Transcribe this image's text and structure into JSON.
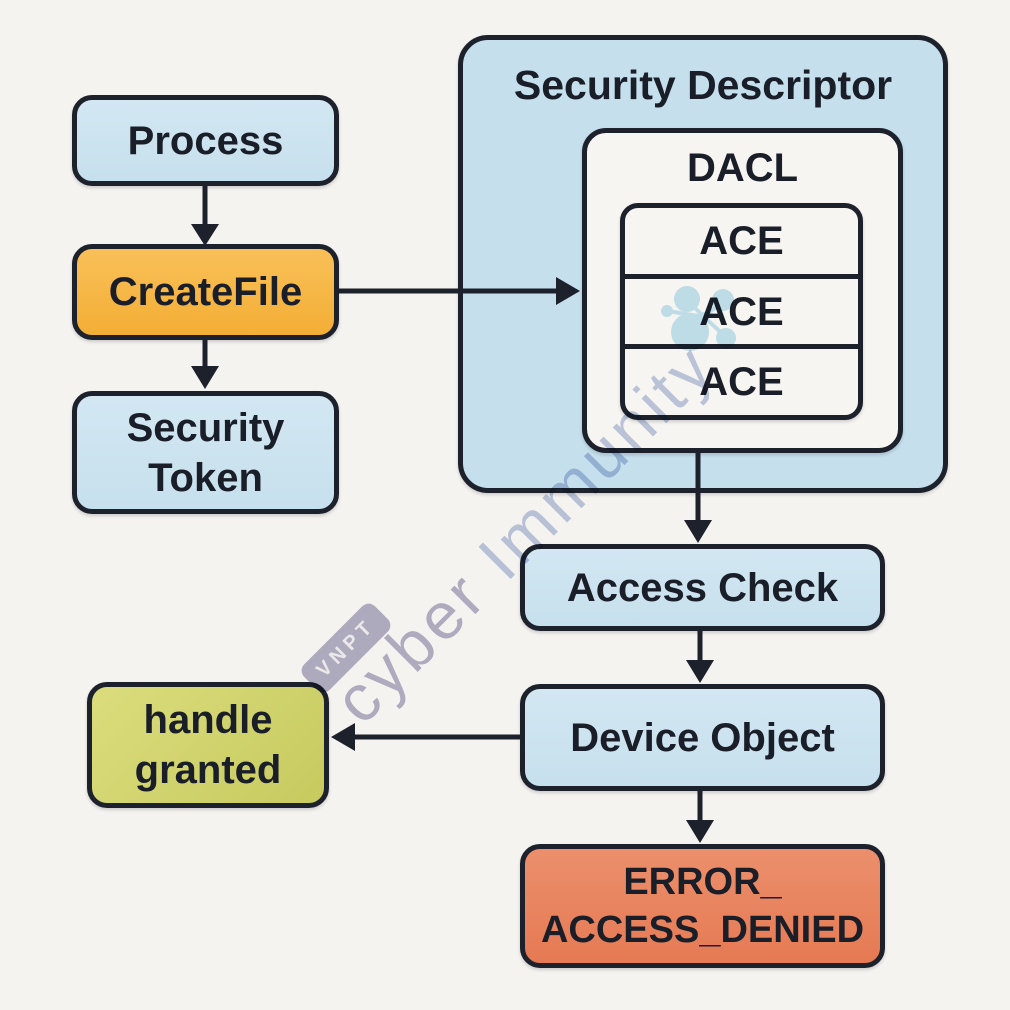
{
  "diagram": {
    "nodes": {
      "process": {
        "label": "Process"
      },
      "create_file": {
        "label": "CreateFile"
      },
      "security_token": {
        "line1": "Security",
        "line2": "Token"
      },
      "security_descriptor": {
        "label": "Security Descriptor"
      },
      "dacl": {
        "label": "DACL"
      },
      "aces": [
        "ACE",
        "ACE",
        "ACE"
      ],
      "access_check": {
        "label": "Access Check"
      },
      "device_object": {
        "label": "Device Object"
      },
      "handle_granted": {
        "line1": "handle",
        "line2": "granted"
      },
      "error_access_denied": {
        "line1": "ERROR_",
        "line2": "ACCESS_DENIED"
      }
    },
    "edges": [
      {
        "from": "process",
        "to": "create_file"
      },
      {
        "from": "create_file",
        "to": "security_token"
      },
      {
        "from": "create_file",
        "to": "dacl"
      },
      {
        "from": "security_descriptor",
        "to": "access_check"
      },
      {
        "from": "access_check",
        "to": "device_object"
      },
      {
        "from": "device_object",
        "to": "handle_granted"
      },
      {
        "from": "device_object",
        "to": "error_access_denied"
      }
    ],
    "colors": {
      "background": "#f5f3ef",
      "stroke": "#1c212c",
      "text": "#1a1e28",
      "blue_node": "#cbe3ef",
      "container_blue": "#c5dfec",
      "inner_white": "#f7f5f1",
      "orange": "#f6b845",
      "olive": "#cfd16c",
      "salmon": "#e8835f"
    },
    "watermark": {
      "badge": "VNPT",
      "word1": "cyber",
      "word2": "Immunity",
      "badge_color": "#a8a6c1",
      "word1_color": "#a9a6c2",
      "word2_color": "#b4c1de",
      "molecule_color": "#b9e1f2"
    }
  }
}
